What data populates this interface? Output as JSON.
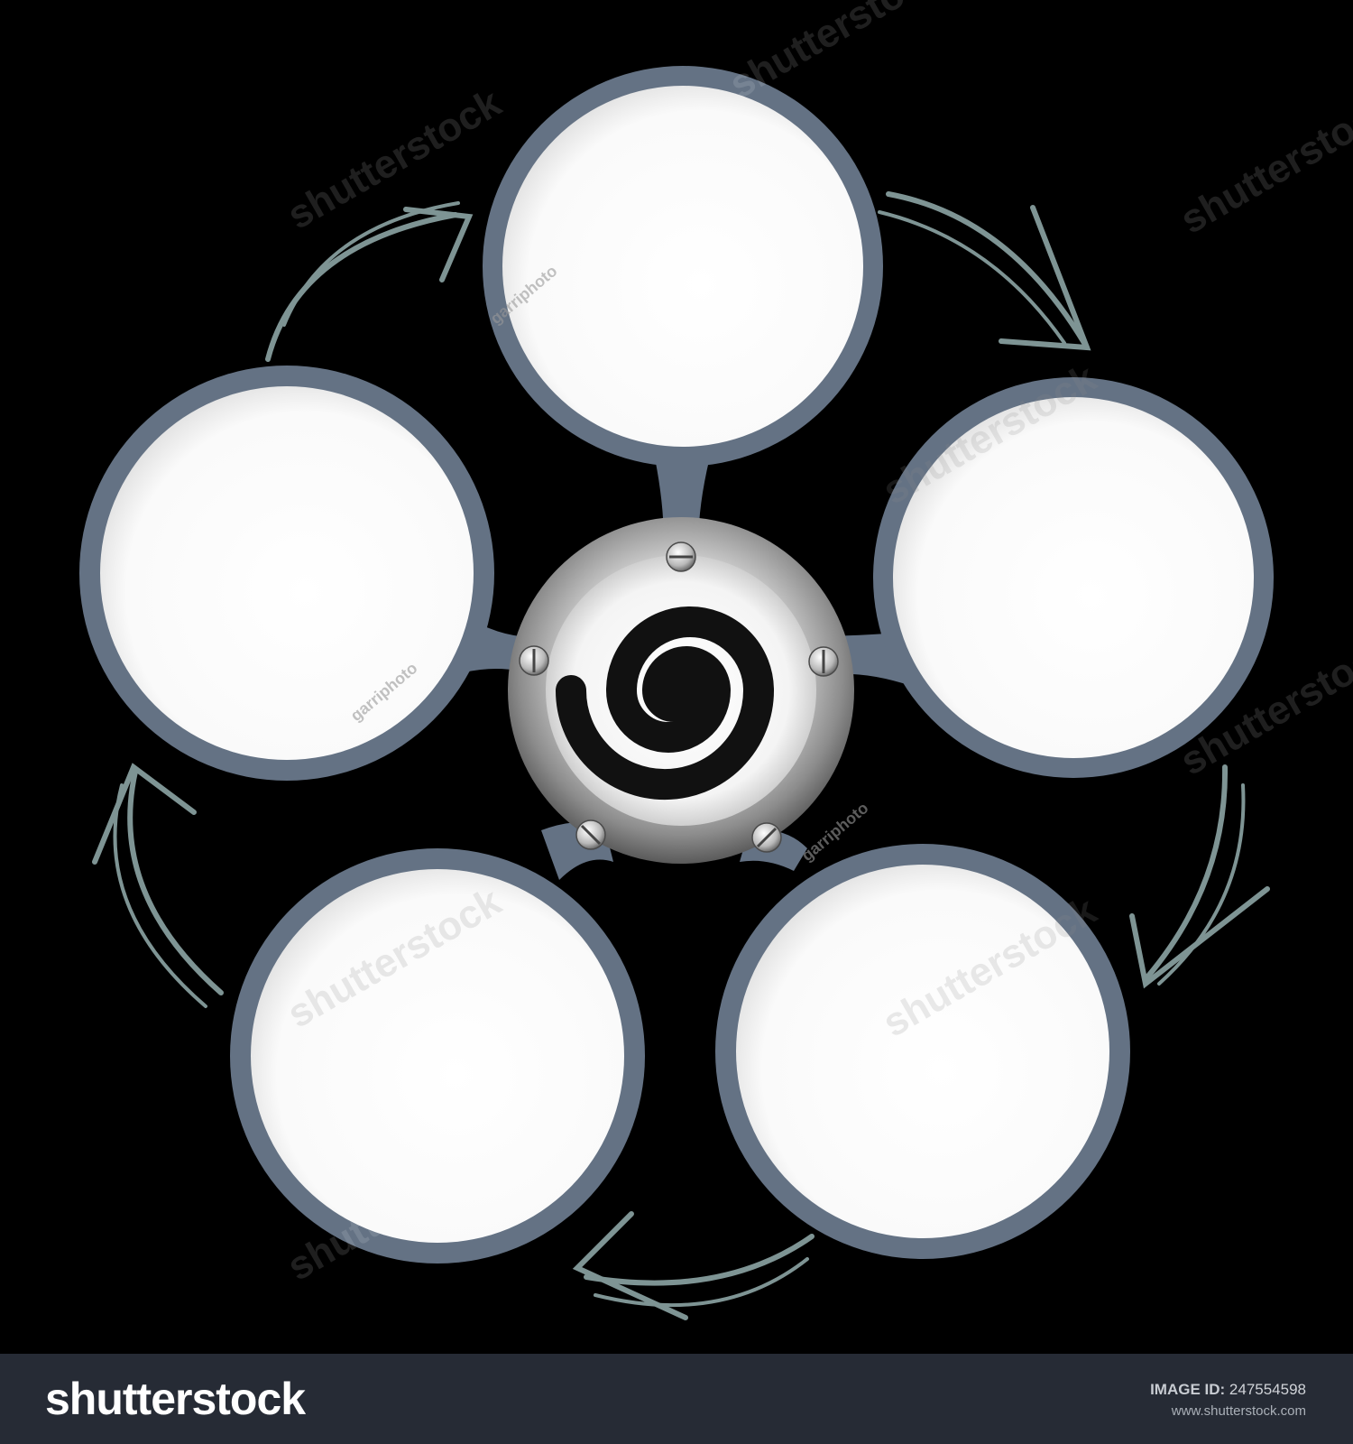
{
  "diagram": {
    "node_count": 5,
    "ring_color": "#647284",
    "node_fill": "#ffffff",
    "arrow_color": "#7e9494",
    "hub_metal_color": "#9a9a9a",
    "spiral_color": "#111111",
    "background": "#000000",
    "center_icon": "spiral-icon"
  },
  "watermark": {
    "brand": "shutterstock",
    "author": "garriphoto"
  },
  "footer": {
    "logo": "shutterstock",
    "id_label": "IMAGE ID:",
    "id_value": "247554598",
    "url": "www.shutterstock.com",
    "background": "#262b35"
  }
}
